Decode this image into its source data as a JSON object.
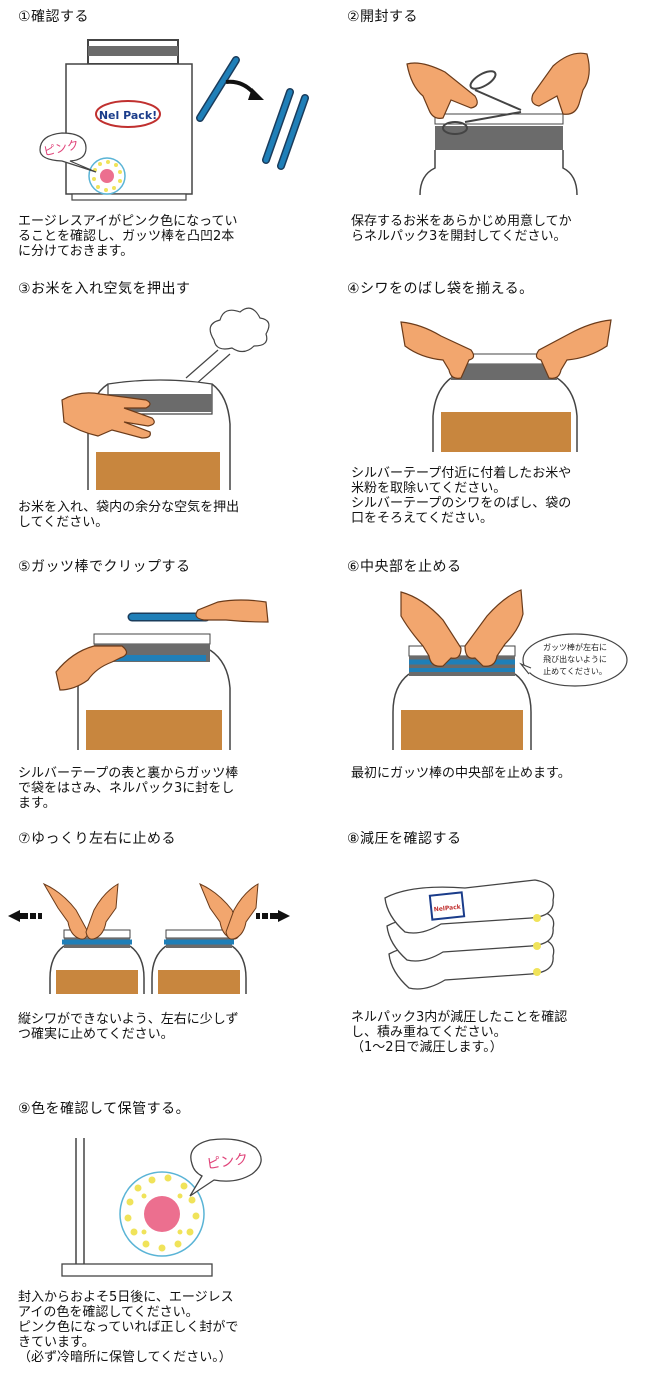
{
  "steps": [
    {
      "title": "①確認する",
      "desc": "エージレスアイがピンク色になってい\nることを確認し、ガッツ棒を凸凹2本\nに分けておきます。"
    },
    {
      "title": "②開封する",
      "desc": "保存するお米をあらかじめ用意してか\nらネルパック3を開封してください。"
    },
    {
      "title": "③お米を入れ空気を押出す",
      "desc": "お米を入れ、袋内の余分な空気を押出\nしてください。"
    },
    {
      "title": "④シワをのばし袋を揃える。",
      "desc": "シルバーテープ付近に付着したお米や\n米粉を取除いてください。\nシルバーテープのシワをのばし、袋の\n口をそろえてください。"
    },
    {
      "title": "⑤ガッツ棒でクリップする",
      "desc": "シルバーテープの表と裏からガッツ棒\nで袋をはさみ、ネルパック3に封をし\nます。"
    },
    {
      "title": "⑥中央部を止める",
      "desc": "最初にガッツ棒の中央部を止めます。"
    },
    {
      "title": "⑦ゆっくり左右に止める",
      "desc": "縦シワができないよう、左右に少しず\nつ確実に止めてください。"
    },
    {
      "title": "⑧減圧を確認する",
      "desc": "ネルパック3内が減圧したことを確認\nし、積み重ねてください。\n（1～2日で減圧します。）"
    },
    {
      "title": "⑨色を確認して保管する。",
      "desc": "封入からおよそ5日後に、エージレス\nアイの色を確認してください。\nピンク色になっていれば正しく封がで\nきています。\n（必ず冷暗所に保管してください。）"
    }
  ],
  "labels": {
    "logo": "Nel Pack!",
    "pink_1": "ピンク",
    "pink_9": "ピンク",
    "bubble_6": "ガッツ棒が左右に\n飛び出ないように\n止めてください。",
    "bag_stamp": "NelPack"
  },
  "colors": {
    "skin": "#f2a66e",
    "rice": "#c8863e",
    "tape": "#6b6b6b",
    "rod": "#1f7fb8",
    "pink": "#ec6f8f",
    "dots": "#f0e35a",
    "eye_ring": "#5ab4d6"
  }
}
